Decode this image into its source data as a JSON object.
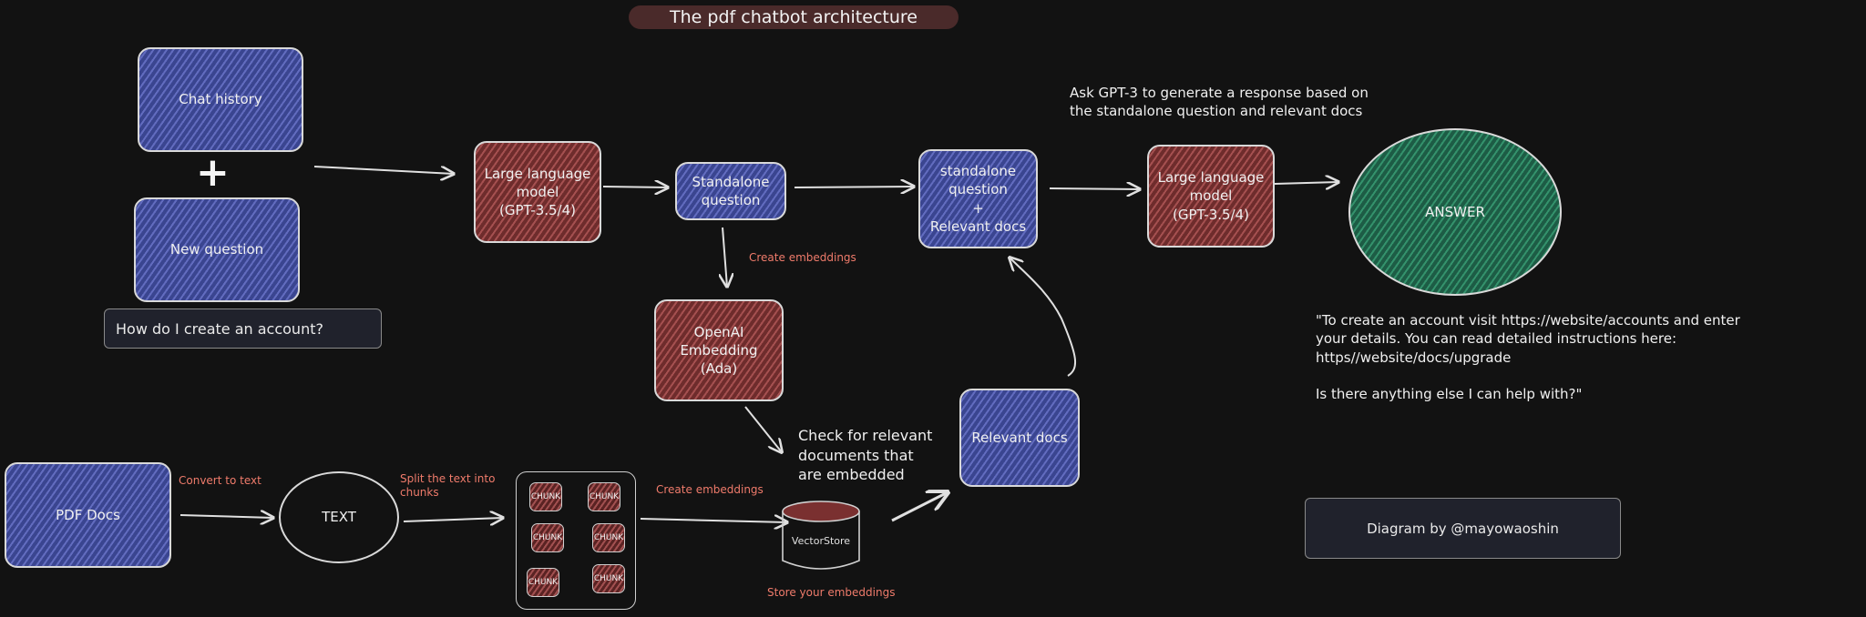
{
  "title": "The pdf chatbot architecture",
  "nodes": {
    "chat_history": "Chat history",
    "new_question": "New question",
    "llm_1": "Large language\nmodel\n(GPT-3.5/4)",
    "standalone_question": "Standalone\nquestion",
    "standalone_plus_docs": "standalone\nquestion\n+\nRelevant docs",
    "llm_2": "Large language\nmodel\n(GPT-3.5/4)",
    "answer": "ANSWER",
    "openai_embedding": "OpenAI\nEmbedding (Ada)",
    "relevant_docs": "Relevant docs",
    "pdf_docs": "PDF Docs",
    "text": "TEXT",
    "vectorstore": "VectorStore",
    "chunks": [
      "CHUNK",
      "CHUNK",
      "CHUNK",
      "CHUNK",
      "CHUNK",
      "CHUNK"
    ]
  },
  "user_question": "How do I create an account?",
  "labels": {
    "create_embeddings_1": "Create embeddings",
    "convert_to_text": "Convert to text",
    "split_text": "Split the text into\nchunks",
    "create_embeddings_2": "Create embeddings",
    "store_embeddings": "Store your embeddings"
  },
  "notes": {
    "gpt_instruction": "Ask GPT-3 to generate a response based on\nthe standalone question and relevant docs",
    "check_relevant": "Check for relevant\ndocuments that\nare embedded",
    "answer_text": "\"To create an account visit https://website/accounts and enter\nyour details. You can read detailed instructions here: https//website/docs/upgrade\n\nIs there anything else I can help with?\""
  },
  "credit": "Diagram by @mayowaoshin",
  "colors": {
    "background": "#121212",
    "blue_node": "#3a4590",
    "red_node": "#6e2c2c",
    "green_node": "#1d5c45",
    "label_red": "#ef7b6b"
  }
}
